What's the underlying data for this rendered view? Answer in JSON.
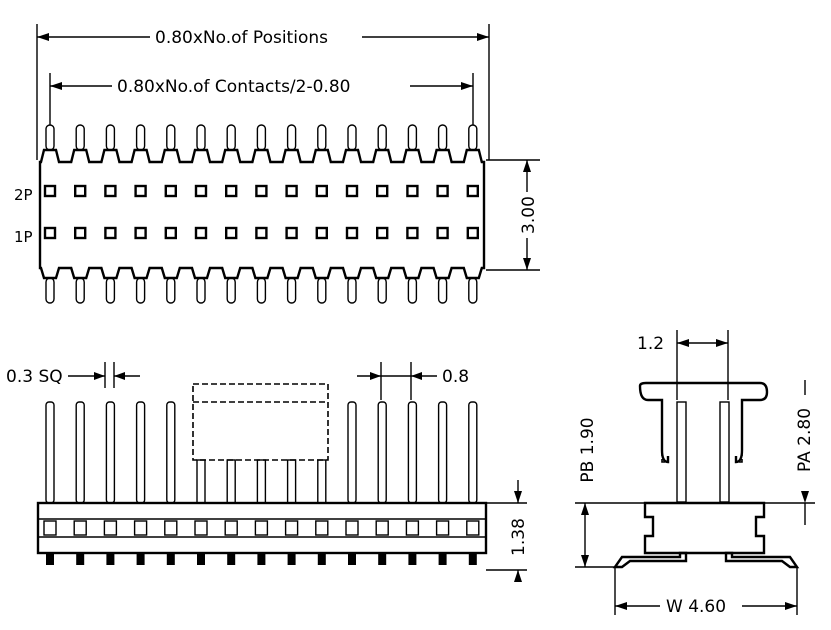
{
  "dimensions": {
    "positions": "0.80xNo.of Positions",
    "contacts": "0.80xNo.of Contacts/2-0.80",
    "height_3": "3.00",
    "sq": "0.3 SQ",
    "pitch": "0.8",
    "height_138": "1.38",
    "w12": "1.2",
    "pb": "PB 1.90",
    "pa": "PA 2.80",
    "w460": "W 4.60"
  },
  "rows": {
    "row2": "2P",
    "row1": "1P"
  },
  "pin_count": 15
}
